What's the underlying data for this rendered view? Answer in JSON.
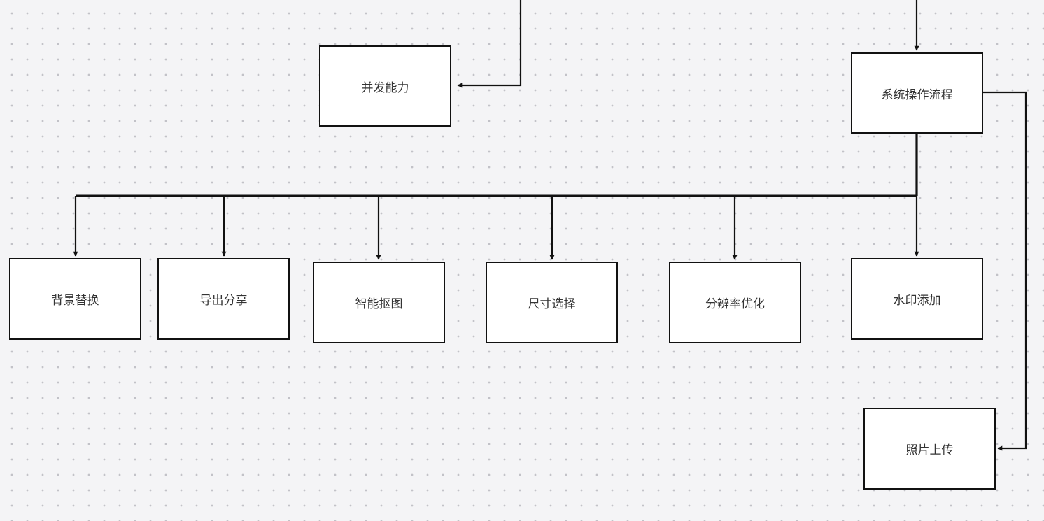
{
  "canvas": {
    "background": "#f4f4f6",
    "grid_dots": "#c2c2c8",
    "node_border": "#111111",
    "edge_color": "#111111"
  },
  "nodes": {
    "concurrency": {
      "label": "并发能力"
    },
    "system_flow": {
      "label": "系统操作流程"
    },
    "background_replace": {
      "label": "背景替换"
    },
    "export_share": {
      "label": "导出分享"
    },
    "smart_cutout": {
      "label": "智能抠图"
    },
    "size_select": {
      "label": "尺寸选择"
    },
    "resolution_optimize": {
      "label": "分辨率优化"
    },
    "watermark_add": {
      "label": "水印添加"
    },
    "photo_upload": {
      "label": "照片上传"
    }
  },
  "edges": [
    {
      "from": "system_flow",
      "to": "background_replace"
    },
    {
      "from": "system_flow",
      "to": "export_share"
    },
    {
      "from": "system_flow",
      "to": "smart_cutout"
    },
    {
      "from": "system_flow",
      "to": "size_select"
    },
    {
      "from": "system_flow",
      "to": "resolution_optimize"
    },
    {
      "from": "system_flow",
      "to": "watermark_add"
    },
    {
      "from": "system_flow",
      "to": "photo_upload"
    }
  ]
}
